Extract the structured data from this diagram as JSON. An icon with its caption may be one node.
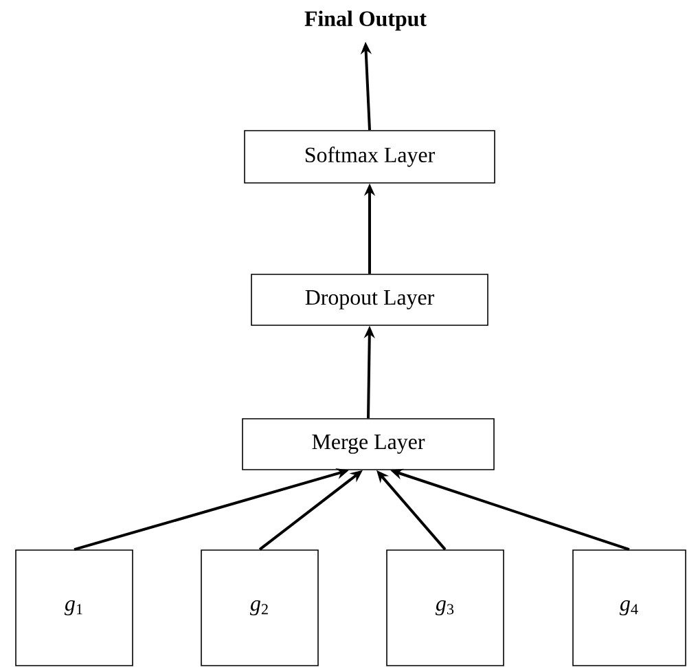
{
  "diagram": {
    "nodes": [
      {
        "text": [
          "Final Output"
        ]
      },
      {
        "text": [
          "Softmax Layer"
        ]
      },
      {
        "text": [
          "Dropout Layer"
        ]
      },
      {
        "text": [
          "Merge Layer"
        ]
      },
      {
        "text": [
          "*g*$_{1}$"
        ]
      },
      {
        "text": [
          "*g*$_{2}$"
        ]
      },
      {
        "text": [
          "*g*$_{3}$"
        ]
      },
      {
        "text": [
          "*g*$_{4}$"
        ]
      }
    ],
    "edges": [
      {
        "from": 1,
        "to": 0,
        "arrow": "to"
      },
      {
        "from": 2,
        "to": 1,
        "arrow": "to"
      },
      {
        "from": 3,
        "to": 2,
        "arrow": "to"
      },
      {
        "from": 4,
        "to": 3,
        "arrow": "to"
      },
      {
        "from": 5,
        "to": 3,
        "arrow": "to"
      },
      {
        "from": 6,
        "to": 3,
        "arrow": "to"
      },
      {
        "from": 7,
        "to": 3,
        "arrow": "to"
      }
    ]
  }
}
